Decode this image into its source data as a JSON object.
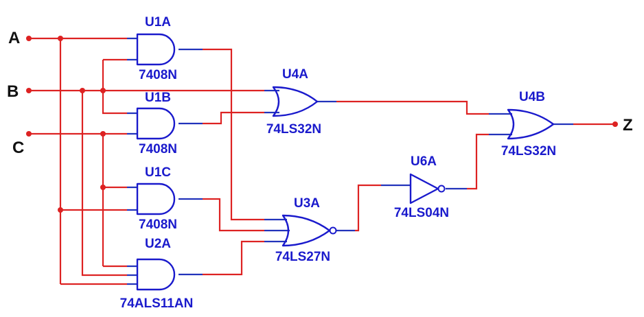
{
  "colors": {
    "wire": "#dd2222",
    "pin_lead": "#2233bb",
    "gate": "#1a1acc",
    "text": "#1a1acc",
    "io_label": "#111111"
  },
  "inputs": [
    {
      "id": "A",
      "label": "A"
    },
    {
      "id": "B",
      "label": "B"
    },
    {
      "id": "C",
      "label": "C"
    }
  ],
  "output": {
    "id": "Z",
    "label": "Z"
  },
  "gates": {
    "U1A": {
      "ref": "U1A",
      "part": "7408N",
      "kind": "AND"
    },
    "U1B": {
      "ref": "U1B",
      "part": "7408N",
      "kind": "AND"
    },
    "U1C": {
      "ref": "U1C",
      "part": "7408N",
      "kind": "AND"
    },
    "U2A": {
      "ref": "U2A",
      "part": "74ALS11AN",
      "kind": "AND3"
    },
    "U4A": {
      "ref": "U4A",
      "part": "74LS32N",
      "kind": "OR"
    },
    "U3A": {
      "ref": "U3A",
      "part": "74LS27N",
      "kind": "NOR3"
    },
    "U6A": {
      "ref": "U6A",
      "part": "74LS04N",
      "kind": "NOT"
    },
    "U4B": {
      "ref": "U4B",
      "part": "74LS32N",
      "kind": "OR"
    }
  }
}
